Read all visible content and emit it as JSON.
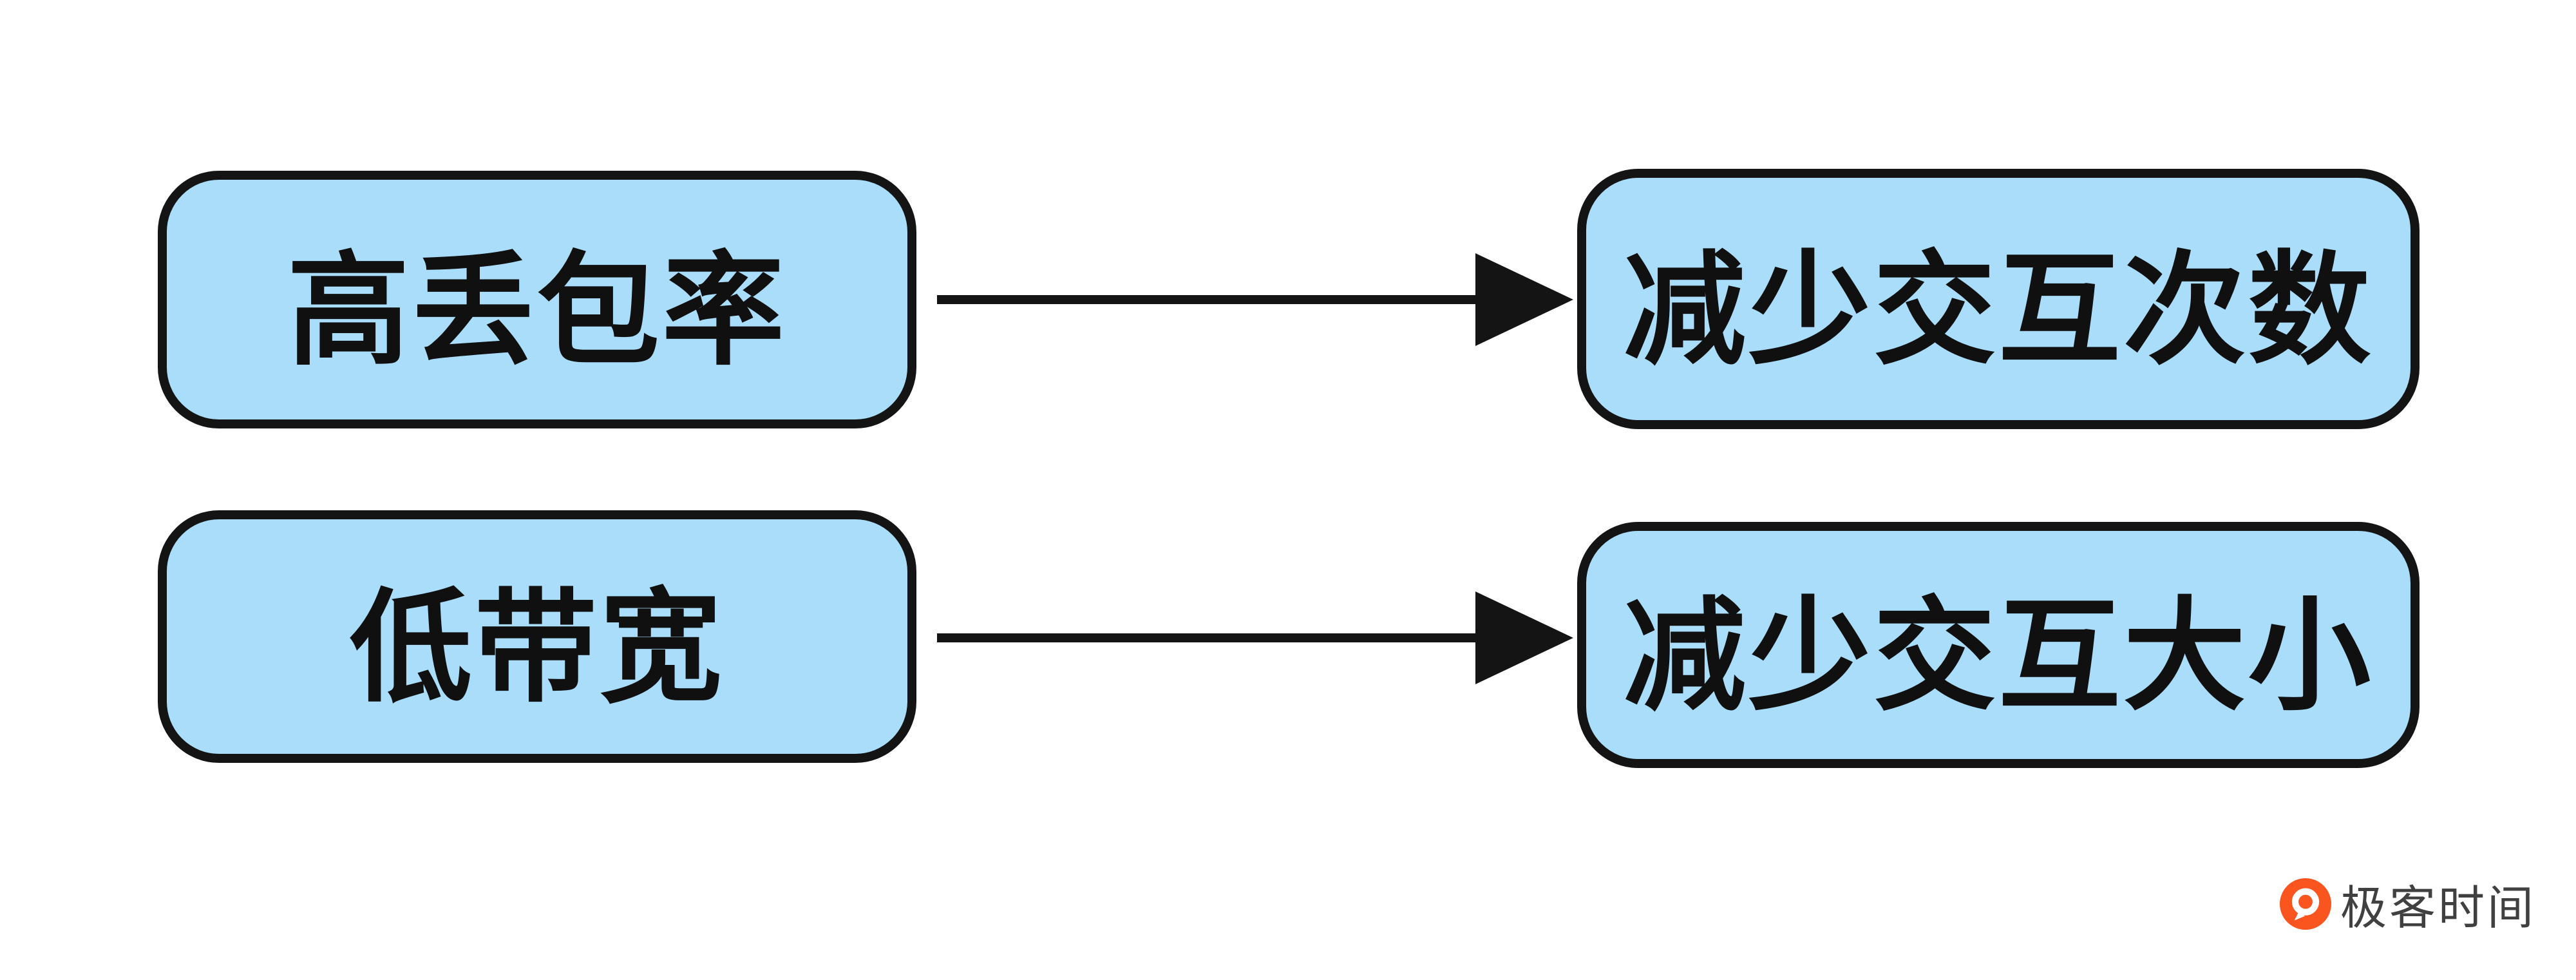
{
  "diagram": {
    "rows": [
      {
        "source": "高丢包率",
        "target": "减少交互次数"
      },
      {
        "source": "低带宽",
        "target": "减少交互大小"
      }
    ],
    "arrow_icon": "right-arrow-icon"
  },
  "colors": {
    "background": "#ffffff",
    "box_fill": "#a9ddfa",
    "box_border": "#141414",
    "arrow": "#141414",
    "logo_orange": "#fa551e",
    "logo_text_color": "#404040"
  },
  "branding": {
    "logo_text": "极客时间",
    "logo_icon": "geektime-logo-icon"
  }
}
